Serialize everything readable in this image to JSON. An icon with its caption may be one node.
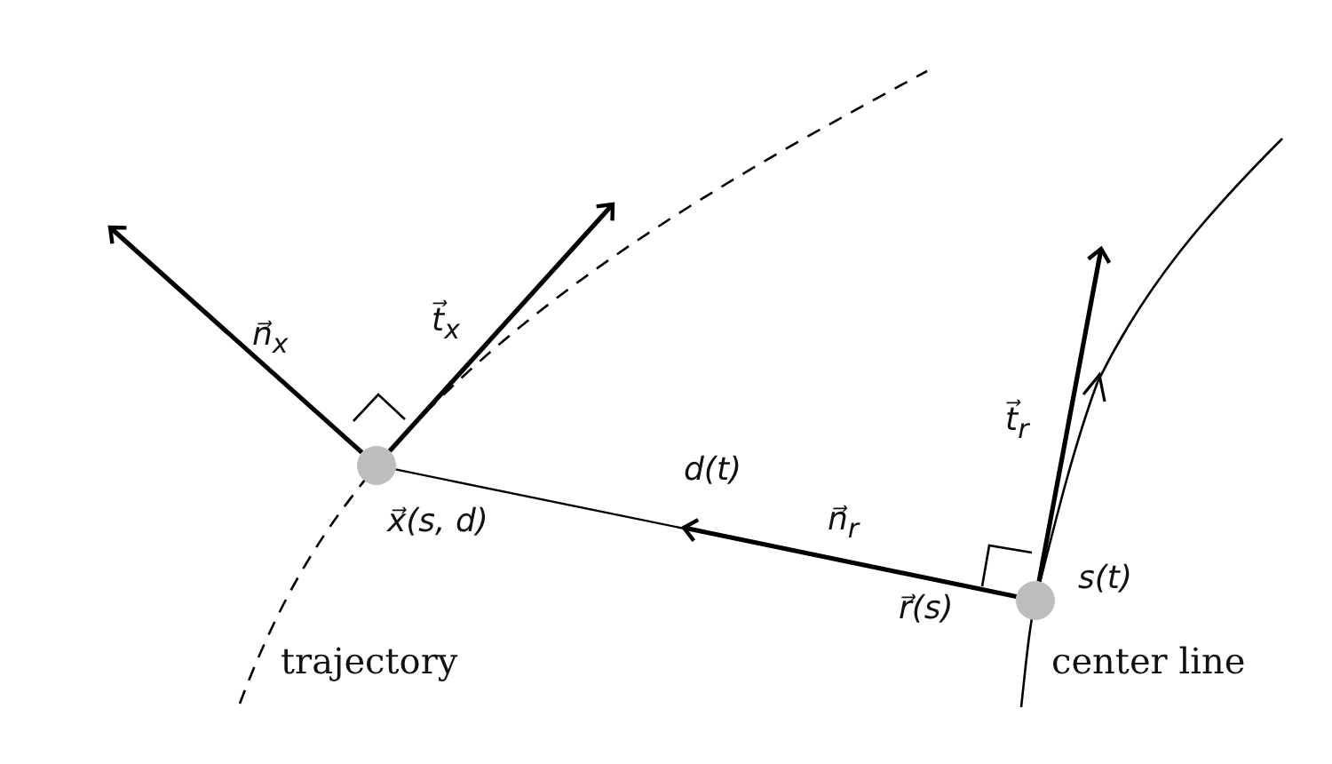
{
  "diagram": {
    "nodes": [
      {
        "text": [],
        "shape": "circle",
        "beside": [
          "x⃗(s, d)"
        ]
      },
      {
        "text": [],
        "shape": "circle",
        "beside": [
          "r⃗(s)",
          "s(t)"
        ]
      }
    ],
    "edges": [
      {
        "from": 0,
        "to": null,
        "arrow": "to",
        "label": "n⃗$_{x}$"
      },
      {
        "from": 0,
        "to": null,
        "arrow": "to",
        "label": "t⃗$_{x}$"
      },
      {
        "from": 1,
        "to": 0,
        "arrow": "none",
        "label": "d(t)"
      },
      {
        "from": 1,
        "to": null,
        "arrow": "to",
        "label": "n⃗$_{r}$"
      },
      {
        "from": 1,
        "to": null,
        "arrow": "to",
        "label": "t⃗$_{r}$"
      }
    ],
    "labels": [
      "trajectory",
      "center line"
    ]
  }
}
